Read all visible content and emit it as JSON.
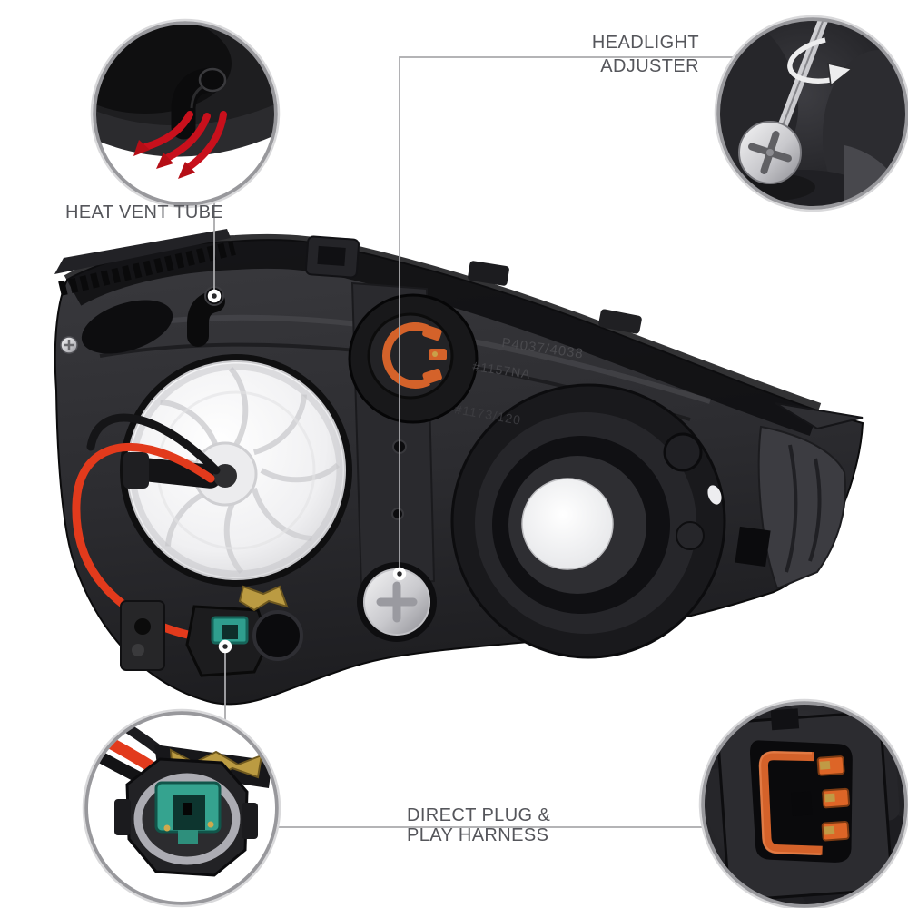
{
  "product_view": "headlight-assembly-rear-view",
  "callouts": {
    "heat_vent_tube": {
      "label": "HEAT VENT TUBE"
    },
    "headlight_adjuster": {
      "label_line1": "HEADLIGHT",
      "label_line2": "ADJUSTER"
    },
    "direct_plug": {
      "label_line1": "DIRECT PLUG &",
      "label_line2": "PLAY HARNESS"
    }
  },
  "molded_markings": {
    "marking_1": "P4037/4038",
    "marking_2": "#1157NA",
    "marking_3": "#1173/120"
  },
  "colors": {
    "label_text": "#55565b",
    "leader_line": "#a9a9ac",
    "arrow_red": "#c8101c",
    "wire_red": "#e23a1c",
    "connector_orange": "#d4622a",
    "terminal_teal": "#35a38f",
    "clip_gold": "#bb9b42",
    "housing_dark": "#2e2e31",
    "circle_ring": "#98989c"
  }
}
